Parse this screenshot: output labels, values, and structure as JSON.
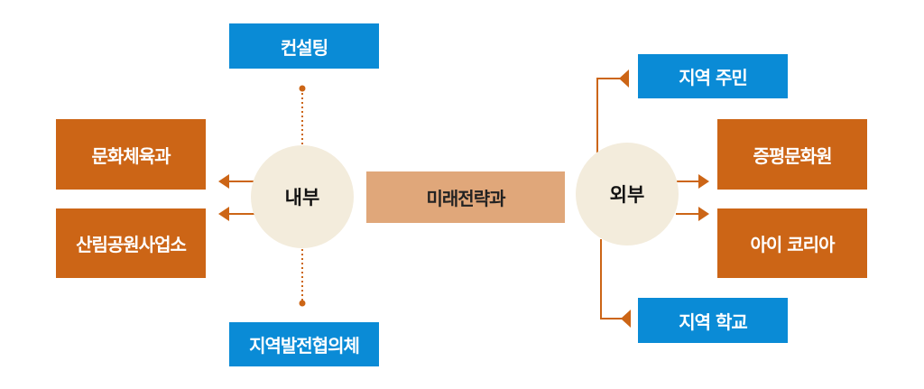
{
  "center": {
    "label": "미래전략과"
  },
  "internal": {
    "label": "내부",
    "top": "컨설팅",
    "bottom": "지역발전협의체",
    "left": [
      "문화체육과",
      "산림공원사업소"
    ]
  },
  "external": {
    "label": "외부",
    "top": "지역 주민",
    "bottom": "지역 학교",
    "right": [
      "증평문화원",
      "아이 코리아"
    ]
  },
  "colors": {
    "blue": "#0a8bd6",
    "orange": "#cc6516",
    "center": "#e0a77a",
    "circle": "#f3ecdc",
    "line": "#cc6516"
  }
}
